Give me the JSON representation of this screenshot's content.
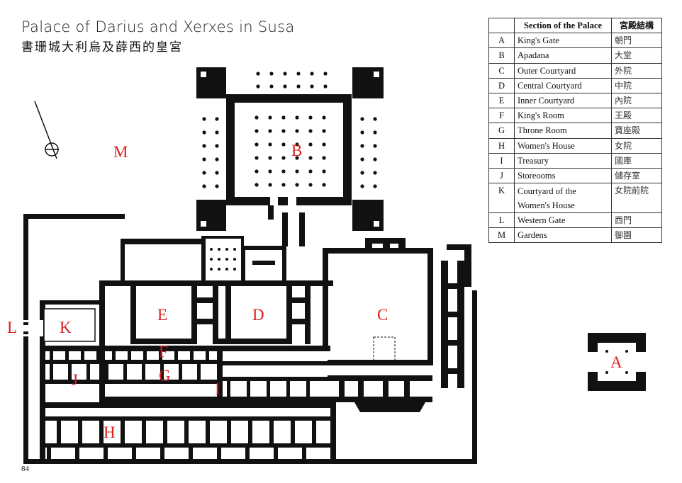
{
  "title": "Palace of Darius and Xerxes in Susa",
  "subtitle": "書珊城大利烏及薛西的皇宮",
  "page_number": "84",
  "colors": {
    "label_red": "#d92020",
    "wall": "#111111"
  },
  "map_labels": {
    "A": "A",
    "B": "B",
    "C": "C",
    "D": "D",
    "E": "E",
    "F": "F",
    "G": "G",
    "H": "H",
    "I": "I",
    "J": "J",
    "K": "K",
    "L": "L",
    "M": "M"
  },
  "legend": {
    "header": {
      "code": "",
      "section": "Section of the Palace",
      "chinese": "宮殿結構"
    },
    "rows": [
      {
        "code": "A",
        "section": "King's Gate",
        "chinese": "朝門"
      },
      {
        "code": "B",
        "section": "Apadana",
        "chinese": "大堂"
      },
      {
        "code": "C",
        "section": "Outer Courtyard",
        "chinese": "外院"
      },
      {
        "code": "D",
        "section": "Central Courtyard",
        "chinese": "中院"
      },
      {
        "code": "E",
        "section": "Inner Courtyard",
        "chinese": "內院"
      },
      {
        "code": "F",
        "section": "King's Room",
        "chinese": "王殿"
      },
      {
        "code": "G",
        "section": "Throne Room",
        "chinese": "寶座殿"
      },
      {
        "code": "H",
        "section": "Women's House",
        "chinese": "女院"
      },
      {
        "code": "I",
        "section": "Treasury",
        "chinese": "國庫"
      },
      {
        "code": "J",
        "section": "Storeooms",
        "chinese": "儲存室"
      },
      {
        "code": "K",
        "section": "Courtyard of the",
        "section_line2": "Women's House",
        "chinese": "女院前院"
      },
      {
        "code": "L",
        "section": "Western Gate",
        "chinese": "西門"
      },
      {
        "code": "M",
        "section": "Gardens",
        "chinese": "御園"
      }
    ]
  }
}
